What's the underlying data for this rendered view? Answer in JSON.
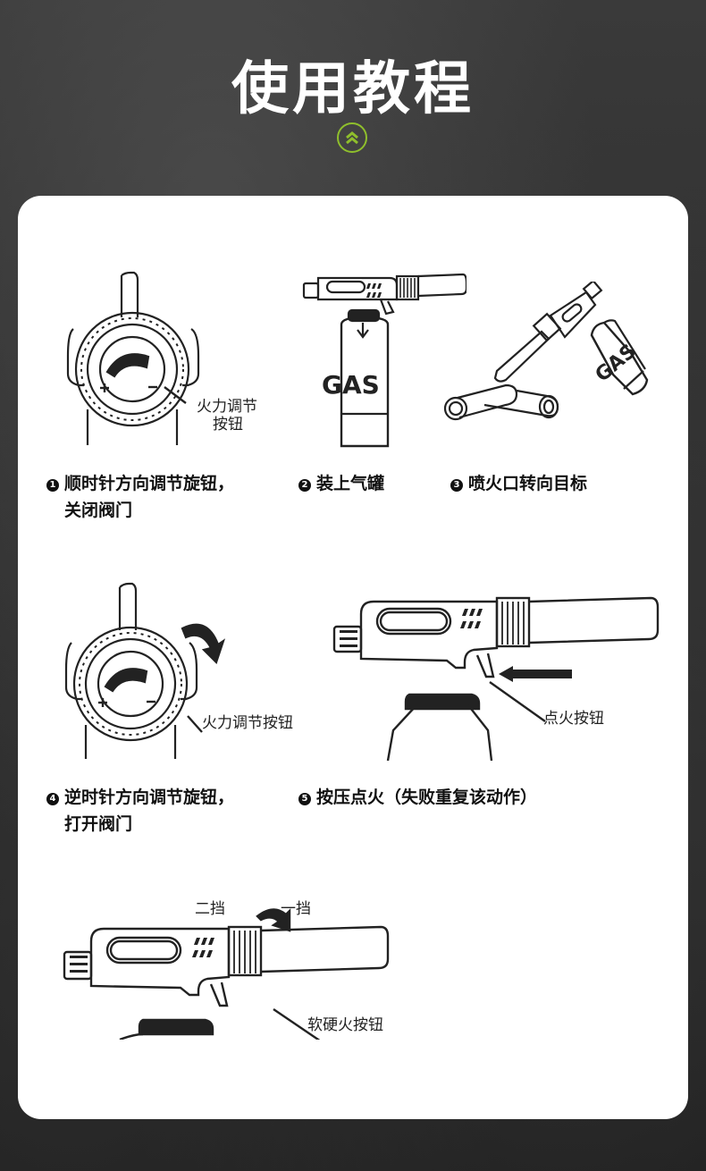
{
  "header": {
    "title": "使用教程",
    "badge_icon": "double-chevron-up-icon",
    "accent": "#8fbf2c"
  },
  "steps": [
    {
      "num": "1",
      "line1": "顺时针方向调节旋钮，",
      "line2": "关闭阀门"
    },
    {
      "num": "2",
      "line1": "装上气罐",
      "line2": ""
    },
    {
      "num": "3",
      "line1": "喷火口转向目标",
      "line2": ""
    },
    {
      "num": "4",
      "line1": "逆时针方向调节旋钮，",
      "line2": "打开阀门"
    },
    {
      "num": "5",
      "line1": "按压点火（失败重复该动作）",
      "line2": ""
    }
  ],
  "callouts": {
    "knob1_line1": "火力调节",
    "knob1_line2": "按钮",
    "gas_label": "GAS",
    "gas_label_tilted": "GAS",
    "knob2": "火力调节按钮",
    "ignite": "点火按钮",
    "gear2": "二挡",
    "gear1": "一挡",
    "soft_hard": "软硬火按钮",
    "plus": "+",
    "minus": "−"
  }
}
